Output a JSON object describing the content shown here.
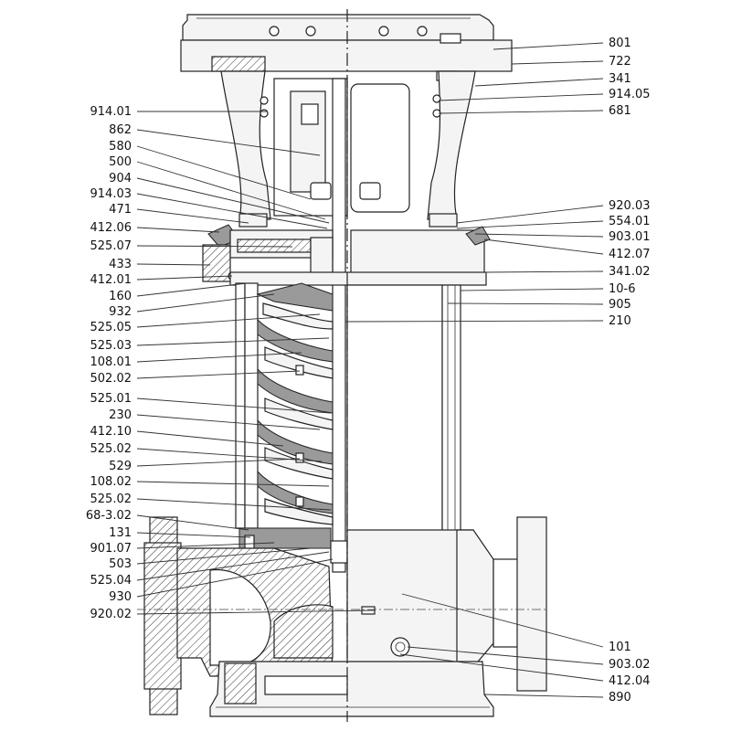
{
  "labels_left": [
    "914.01",
    "862",
    "580",
    "500",
    "904",
    "914.03",
    "471",
    "412.06",
    "525.07",
    "433",
    "412.01",
    "160",
    "932",
    "525.05",
    "525.03",
    "108.01",
    "502.02",
    "525.01",
    "230",
    "412.10",
    "525.02",
    "529",
    "108.02",
    "525.02",
    "68-3.02",
    "131",
    "901.07",
    "503",
    "525.04",
    "930",
    "920.02"
  ],
  "labels_right": [
    "801",
    "722",
    "341",
    "914.05",
    "681",
    "920.03",
    "554.01",
    "903.01",
    "412.07",
    "341.02",
    "10-6",
    "905",
    "210",
    "101",
    "903.02",
    "412.04",
    "890"
  ]
}
